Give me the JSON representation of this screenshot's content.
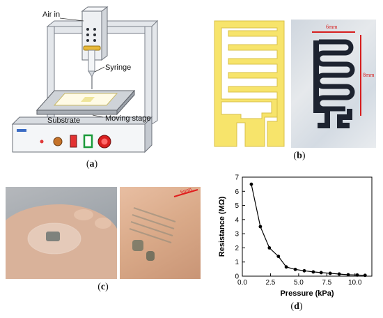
{
  "panel_a": {
    "labels": {
      "air_in": "Air in",
      "syringe": "Syringe",
      "substrate": "Substrate",
      "moving_stage": "Moving stage"
    },
    "caption_letter": "a"
  },
  "panel_b": {
    "scale_width": "6mm",
    "scale_height": "8mm",
    "caption_letter": "b",
    "colors": {
      "electrode_fill": "#f7e46b",
      "electrode_stroke": "#d8c04a",
      "ink": "#1d2330"
    }
  },
  "panel_c": {
    "scale": "6mm",
    "caption_letter": "c"
  },
  "panel_d": {
    "caption_letter": "d"
  },
  "chart_data": {
    "type": "line",
    "xlabel": "Pressure (kPa)",
    "ylabel": "Resistance (MΩ)",
    "xlim": [
      0,
      11.5
    ],
    "ylim": [
      0,
      7
    ],
    "xticks": [
      0.0,
      2.5,
      5.0,
      7.5,
      10.0
    ],
    "xtick_labels": [
      "0.0",
      "2.5",
      "5.0",
      "7.5",
      "10.0"
    ],
    "yticks": [
      0,
      1,
      2,
      3,
      4,
      5,
      6,
      7
    ],
    "grid": false,
    "series": [
      {
        "x": [
          0.8,
          1.6,
          2.4,
          3.2,
          3.9,
          4.7,
          5.5,
          6.3,
          7.0,
          7.8,
          8.6,
          9.4,
          10.2,
          10.9
        ],
        "y": [
          6.5,
          3.5,
          2.0,
          1.4,
          0.65,
          0.48,
          0.38,
          0.3,
          0.25,
          0.2,
          0.15,
          0.1,
          0.08,
          0.06
        ]
      }
    ]
  }
}
